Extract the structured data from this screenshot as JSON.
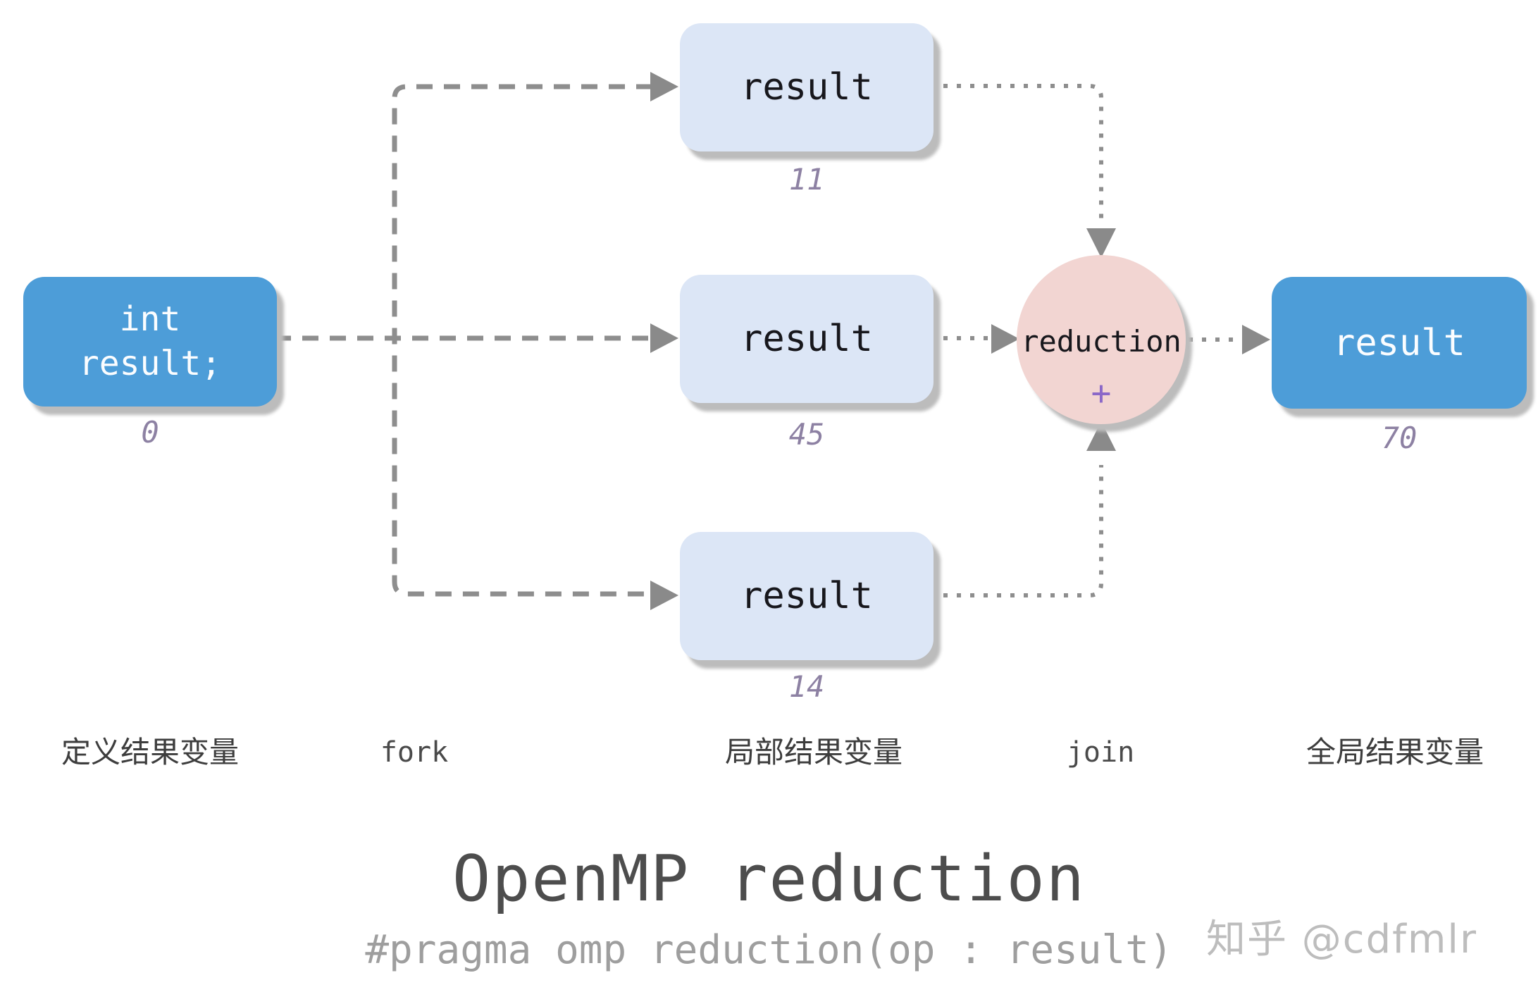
{
  "diagram": {
    "initial_box": {
      "line1": "int",
      "line2": "result;",
      "value": "0"
    },
    "threads": [
      {
        "label": "result",
        "value": "11"
      },
      {
        "label": "result",
        "value": "45"
      },
      {
        "label": "result",
        "value": "14"
      }
    ],
    "reduction_node": {
      "label": "reduction",
      "op": "+"
    },
    "final_box": {
      "label": "result",
      "value": "70"
    },
    "stages": {
      "define": "定义结果变量",
      "fork": "fork",
      "local": "局部结果变量",
      "join": "join",
      "global": "全局结果变量"
    },
    "title": "OpenMP reduction",
    "subtitle": "#pragma omp reduction(op : result)",
    "watermark": "知乎 @cdfmlr",
    "colors": {
      "box_blue": "#4d9dd8",
      "box_light_blue": "#dce6f6",
      "node_pink": "#f2d5d2",
      "connector_gray": "#8a8a8a",
      "value_purple": "#8d81a3",
      "op_purple": "#8b68c8"
    }
  }
}
